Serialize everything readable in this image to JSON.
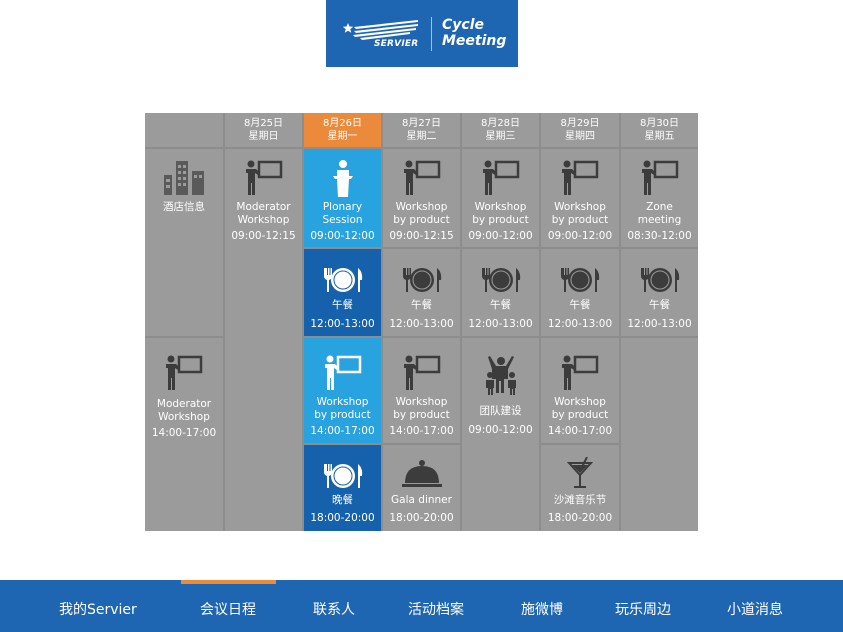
{
  "logo": {
    "brand": "SERVIER",
    "title_line1": "Cycle",
    "title_line2": "Meeting"
  },
  "days": [
    {
      "date": "8月25日",
      "weekday": "星期日"
    },
    {
      "date": "8月26日",
      "weekday": "星期一"
    },
    {
      "date": "8月27日",
      "weekday": "星期二"
    },
    {
      "date": "8月28日",
      "weekday": "星期三"
    },
    {
      "date": "8月29日",
      "weekday": "星期四"
    },
    {
      "date": "8月30日",
      "weekday": "星期五"
    }
  ],
  "sessions": {
    "hotel": {
      "label": "酒店信息"
    },
    "d25_am": {
      "line1": "Moderator",
      "line2": "Workshop",
      "time": "09:00-12:15"
    },
    "d26_am": {
      "line1": "Plonary",
      "line2": "Session",
      "time": "09:00-12:00"
    },
    "d27_am": {
      "line1": "Workshop",
      "line2": "by product",
      "time": "09:00-12:15"
    },
    "d28_am": {
      "line1": "Workshop",
      "line2": "by product",
      "time": "09:00-12:00"
    },
    "d29_am": {
      "line1": "Workshop",
      "line2": "by product",
      "time": "09:00-12:00"
    },
    "d30_am": {
      "line1": "Zone",
      "line2": "meeting",
      "time": "08:30-12:00"
    },
    "d26_lunch": {
      "line1": "午餐",
      "time": "12:00-13:00"
    },
    "d27_lunch": {
      "line1": "午餐",
      "time": "12:00-13:00"
    },
    "d28_lunch": {
      "line1": "午餐",
      "time": "12:00-13:00"
    },
    "d29_lunch": {
      "line1": "午餐",
      "time": "12:00-13:00"
    },
    "d30_lunch": {
      "line1": "午餐",
      "time": "12:00-13:00"
    },
    "d24_pm": {
      "line1": "Moderator",
      "line2": "Workshop",
      "time": "14:00-17:00"
    },
    "d26_pm": {
      "line1": "Workshop",
      "line2": "by product",
      "time": "14:00-17:00"
    },
    "d27_pm": {
      "line1": "Workshop",
      "line2": "by product",
      "time": "14:00-17:00"
    },
    "d28_pm": {
      "line1": "团队建设",
      "time": "09:00-12:00"
    },
    "d29_pm": {
      "line1": "Workshop",
      "line2": "by product",
      "time": "14:00-17:00"
    },
    "d26_dinner": {
      "line1": "晚餐",
      "time": "18:00-20:00"
    },
    "d27_dinner": {
      "line1": "Gala dinner",
      "time": "18:00-20:00"
    },
    "d29_dinner": {
      "line1": "沙滩音乐节",
      "time": "18:00-20:00"
    }
  },
  "nav": [
    {
      "label": "我的Servier"
    },
    {
      "label": "会议日程"
    },
    {
      "label": "联系人"
    },
    {
      "label": "活动档案"
    },
    {
      "label": "施微博"
    },
    {
      "label": "玩乐周边"
    },
    {
      "label": "小道消息"
    }
  ],
  "colors": {
    "header_active": "#ec8a3c",
    "session_light": "#29a3df",
    "session_dark": "#1561ab",
    "cell_gray": "#9b9b9b",
    "nav_bg": "#1f66b2"
  },
  "icons": [
    "hotel-building-icon",
    "presenter-board-icon",
    "podium-speaker-icon",
    "plate-cutlery-icon",
    "team-cheer-icon",
    "cloche-dinner-icon",
    "cocktail-glass-icon"
  ]
}
